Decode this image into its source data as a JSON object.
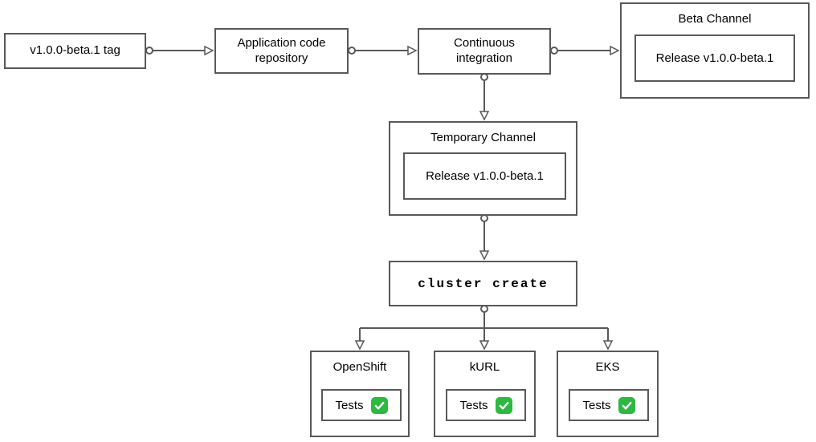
{
  "nodes": {
    "tag": {
      "label": "v1.0.0-beta.1 tag"
    },
    "app_repo": {
      "label": "Application code repository"
    },
    "ci": {
      "label": "Continuous integration"
    },
    "beta_channel": {
      "title": "Beta Channel",
      "release_label": "Release v1.0.0-beta.1"
    },
    "temp_channel": {
      "title": "Temporary Channel",
      "release_label": "Release v1.0.0-beta.1"
    },
    "cluster_create": {
      "label": "cluster create"
    },
    "openshift": {
      "title": "OpenShift",
      "tests_label": "Tests",
      "status_icon": "green-check-icon"
    },
    "kurl": {
      "title": "kURL",
      "tests_label": "Tests",
      "status_icon": "green-check-icon"
    },
    "eks": {
      "title": "EKS",
      "tests_label": "Tests",
      "status_icon": "green-check-icon"
    }
  },
  "edges": [
    {
      "from": "tag",
      "to": "app_repo"
    },
    {
      "from": "app_repo",
      "to": "ci"
    },
    {
      "from": "ci",
      "to": "beta_channel"
    },
    {
      "from": "ci",
      "to": "temp_channel"
    },
    {
      "from": "temp_channel",
      "to": "cluster_create"
    },
    {
      "from": "cluster_create",
      "to": "openshift"
    },
    {
      "from": "cluster_create",
      "to": "kurl"
    },
    {
      "from": "cluster_create",
      "to": "eks"
    }
  ],
  "colors": {
    "stroke": "#595959",
    "background": "#ffffff",
    "text": "#000000",
    "check_green": "#2db840",
    "check_mark": "#ffffff"
  }
}
